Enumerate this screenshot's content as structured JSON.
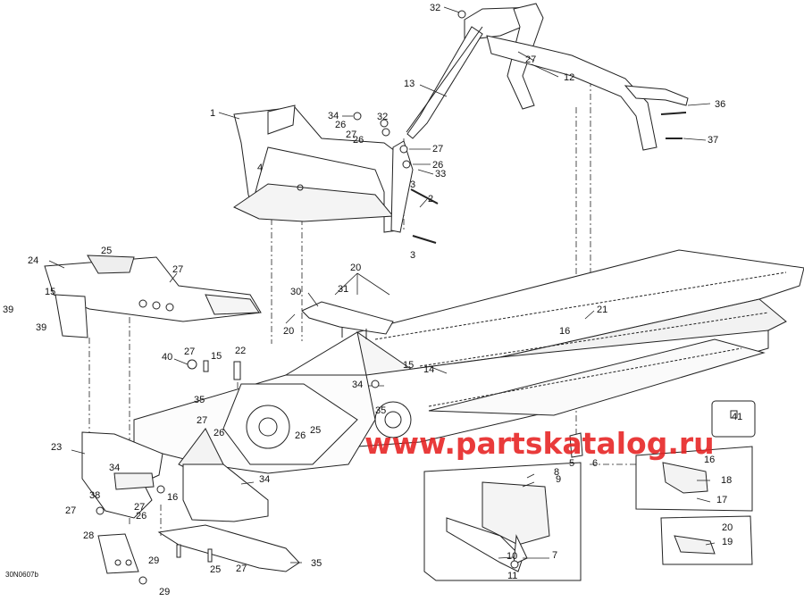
{
  "drawing_code": "30N0607b",
  "watermark": "www.partskatalog.ru",
  "accent_color": "#e62020",
  "callouts": [
    "32",
    "13",
    "12",
    "27",
    "36",
    "37",
    "1",
    "34",
    "32",
    "26",
    "27",
    "26",
    "27",
    "26",
    "33",
    "4",
    "3",
    "2",
    "3",
    "25",
    "24",
    "27",
    "20",
    "15",
    "30",
    "31",
    "39",
    "39",
    "20",
    "21",
    "16",
    "40",
    "27",
    "22",
    "15",
    "15",
    "14",
    "34",
    "35",
    "35",
    "27",
    "26",
    "26",
    "25",
    "23",
    "34",
    "34",
    "38",
    "16",
    "27",
    "26",
    "27",
    "28",
    "29",
    "25",
    "27",
    "35",
    "29",
    "8",
    "9",
    "10",
    "7",
    "11",
    "5",
    "6",
    "41",
    "16",
    "18",
    "17",
    "20",
    "19"
  ]
}
